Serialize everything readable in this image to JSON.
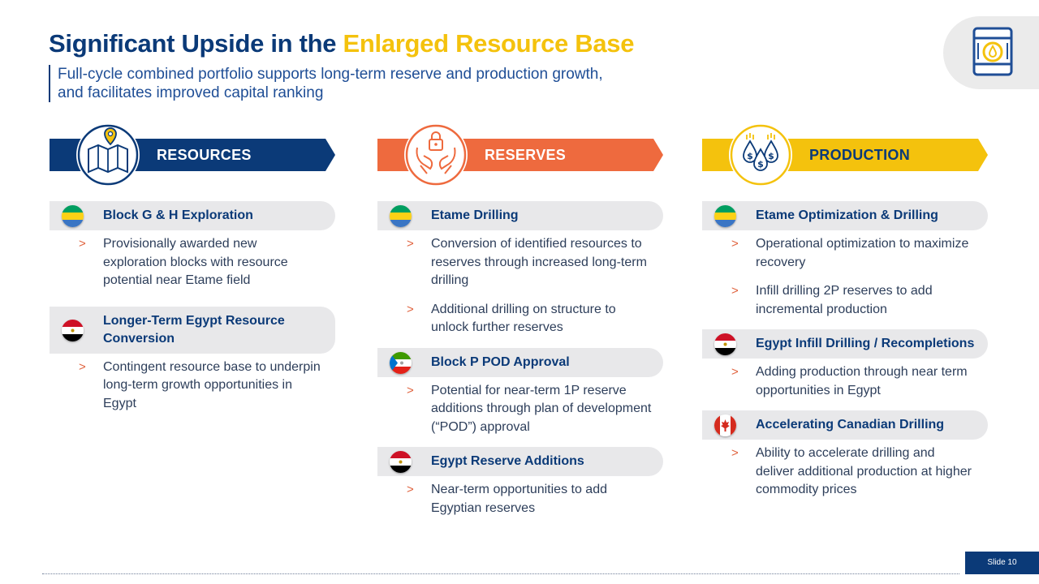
{
  "title": {
    "part1": "Significant Upside in the ",
    "part2": "Enlarged Resource Base"
  },
  "subtitle": {
    "line1": "Full-cycle combined portfolio supports long-term reserve and production growth,",
    "line2": "and facilitates improved capital ranking"
  },
  "colors": {
    "navy": "#0b3a78",
    "orange": "#ee6a3e",
    "yellow": "#f4c20d",
    "gray": "#e8e8ea"
  },
  "columns": [
    {
      "label": "RESOURCES",
      "icon": "map-pin-icon",
      "items": [
        {
          "flag": "gabon",
          "title": "Block G & H Exploration",
          "bullets": [
            "Provisionally awarded new exploration blocks with resource potential near Etame field"
          ]
        },
        {
          "flag": "egypt",
          "title": "Longer-Term Egypt Resource Conversion",
          "bullets": [
            "Contingent resource base to underpin long-term growth opportunities in Egypt"
          ]
        }
      ]
    },
    {
      "label": "RESERVES",
      "icon": "hands-lock-icon",
      "items": [
        {
          "flag": "gabon",
          "title": "Etame Drilling",
          "bullets": [
            "Conversion of identified resources to reserves through increased long-term drilling",
            "Additional drilling on structure to unlock further reserves"
          ]
        },
        {
          "flag": "equatorial-guinea",
          "title": "Block P POD Approval",
          "bullets": [
            "Potential for near-term 1P reserve additions through plan of development (“POD”) approval"
          ]
        },
        {
          "flag": "egypt",
          "title": "Egypt Reserve Additions",
          "bullets": [
            "Near-term opportunities to add Egyptian reserves"
          ]
        }
      ]
    },
    {
      "label": "PRODUCTION",
      "icon": "oil-drops-dollar-icon",
      "items": [
        {
          "flag": "gabon",
          "title": "Etame Optimization & Drilling",
          "bullets": [
            "Operational optimization to maximize recovery",
            "Infill drilling 2P reserves to add incremental production"
          ]
        },
        {
          "flag": "egypt",
          "title": "Egypt Infill Drilling / Recompletions",
          "bullets": [
            "Adding production through near term opportunities in Egypt"
          ]
        },
        {
          "flag": "canada",
          "title": "Accelerating Canadian Drilling",
          "bullets": [
            "Ability to accelerate drilling and deliver additional production at higher commodity prices"
          ]
        }
      ]
    }
  ],
  "bullet_marker": ">",
  "slide_label": "Slide 10"
}
